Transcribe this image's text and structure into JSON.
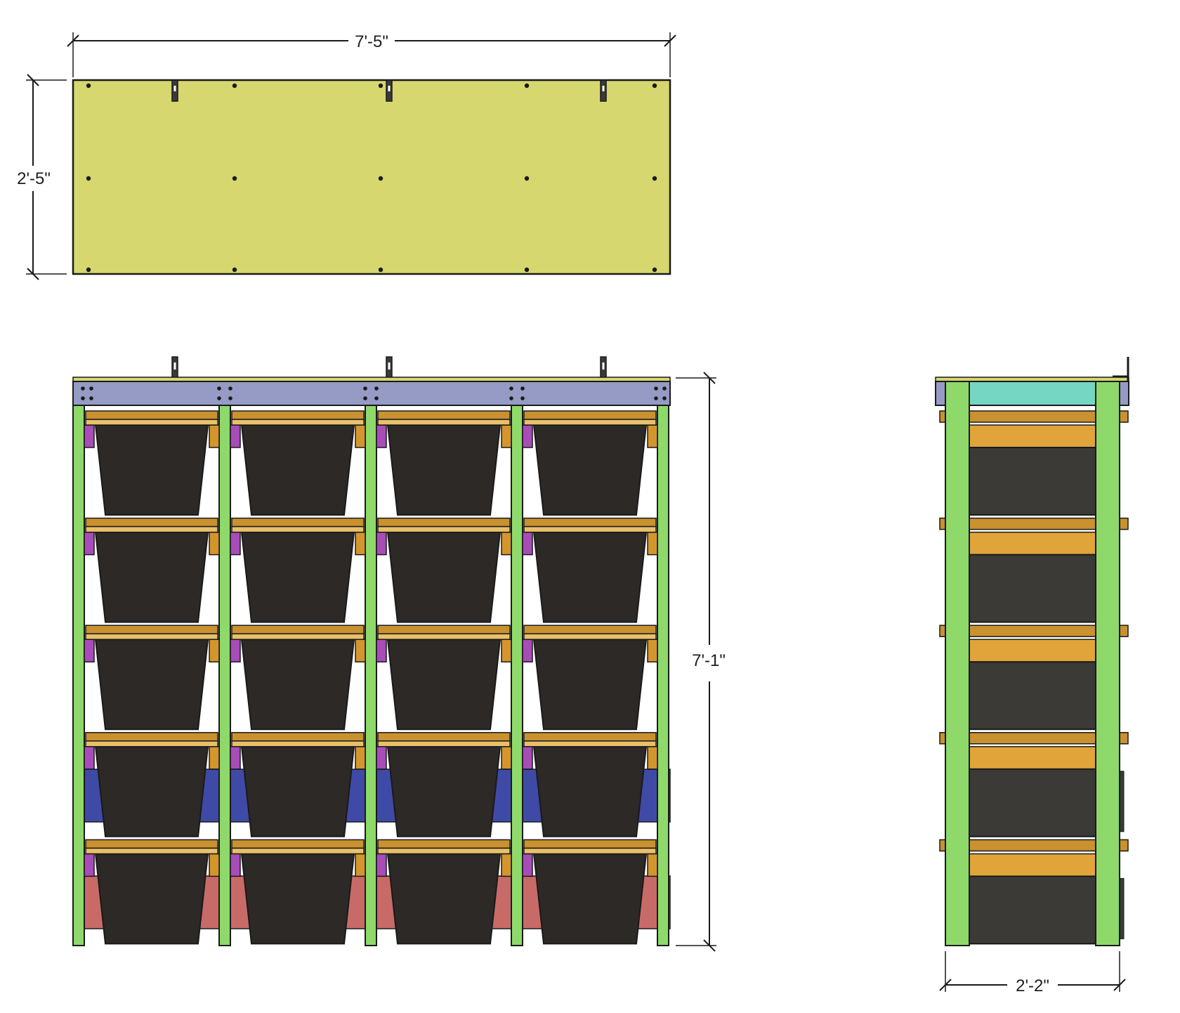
{
  "dimensions": {
    "top_width": "7'-5\"",
    "top_depth": "2'-5\"",
    "front_height": "7'-1\"",
    "side_depth": "2'-2\""
  },
  "layout": {
    "bay_count": 4,
    "row_count": 5,
    "top_screw_columns": 5,
    "top_screw_rows": 3,
    "side_shelf_count": 5
  },
  "colors": {
    "plywood_top": "#d6d76f",
    "upright": "#8ed96a",
    "header_rail": "#959bc5",
    "side_header": "#75d6c3",
    "shelf_rail": "#c9912f",
    "bin_ledge": "#a84cb8",
    "bin_support": "#d4952c",
    "bin": "#2c2927",
    "bin_side_view": "#3c3a37",
    "side_rail": "#e0a43a",
    "back_panel_blue": "#3f4aa7",
    "back_panel_red": "#c86b68",
    "bracket": "#3a3a3a",
    "outline": "#1a1a1a",
    "dimension_line": "#1a1a1a"
  }
}
